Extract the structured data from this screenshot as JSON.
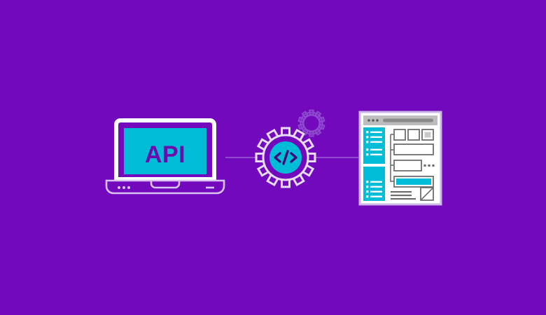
{
  "scene": {
    "title": "API integration illustration",
    "background_color": "#7209bc",
    "accent_color": "#00bcd6",
    "outline_color": "#ffffff",
    "faint_outline_color": "#8f4bd0",
    "connector_color": "#9b5fd6",
    "gray_stroke": "#6e6e6e",
    "gray_fill": "#c9c9c9",
    "window_bg": "#ffffff",
    "window_border": "#cbb8e8",
    "text_color": "#6a0dad"
  },
  "laptop": {
    "name": "laptop",
    "screen_label": "API",
    "screen_color": "#00bcd6",
    "bezel_color": "#ffffff",
    "base_dots_count": 3,
    "base_dash_label": "",
    "notch_label": ""
  },
  "connectors": {
    "left_line": "",
    "right_line": ""
  },
  "gear_badge": {
    "name": "code-gear",
    "code_symbol": "</>",
    "teeth_count": 12,
    "disc_color": "#00bcd6",
    "outline_color": "#e8dcfa"
  },
  "small_gear": {
    "name": "small-gear",
    "teeth_count": 10,
    "outline_color": "#8f4bd0"
  },
  "browser_window": {
    "name": "dashboard-window",
    "titlebar": {
      "dots": 3,
      "address_bar_label": ""
    },
    "sidebar_top": {
      "color": "#00bcd6",
      "items": [
        "",
        "",
        "",
        ""
      ]
    },
    "sidebar_bottom": {
      "color": "#00bcd6",
      "items": [
        "",
        "",
        ""
      ]
    },
    "content": {
      "top_boxes": [
        "",
        "",
        "filled"
      ],
      "wide_rows": [
        "",
        ""
      ],
      "ellipsis": "...",
      "highlight_bar_label": "",
      "text_lines": [
        "",
        "",
        ""
      ],
      "image_placeholder_label": ""
    }
  }
}
